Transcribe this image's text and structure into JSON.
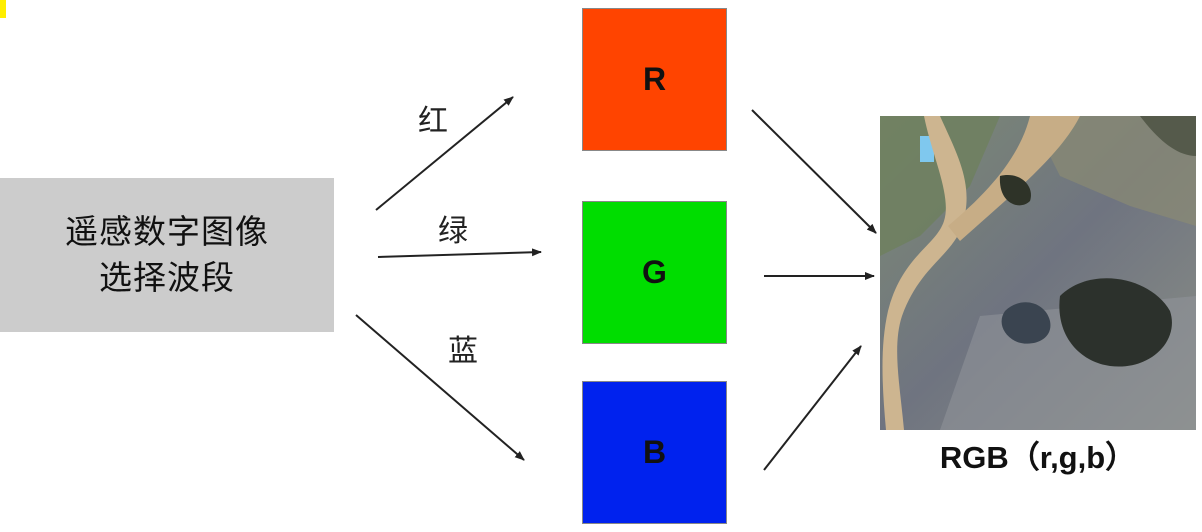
{
  "source": {
    "line1": "遥感数字图像",
    "line2": "选择波段"
  },
  "band_labels": {
    "red": "红",
    "green": "绿",
    "blue": "蓝"
  },
  "channels": [
    {
      "letter": "R",
      "color": "#ff4400"
    },
    {
      "letter": "G",
      "color": "#00dd00"
    },
    {
      "letter": "B",
      "color": "#0022ee"
    }
  ],
  "result": {
    "caption": "RGB（r,g,b）"
  },
  "colors": {
    "source_box": "#cccccc",
    "arrow": "#222222",
    "marker": "#ffee00"
  }
}
